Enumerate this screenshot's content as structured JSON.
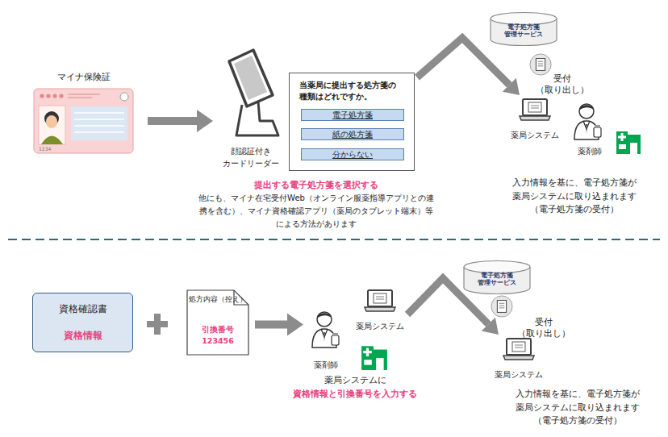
{
  "diagram": {
    "nodes": [
      {
        "text": [
          "マイナ保険証",
          "1234"
        ]
      },
      {
        "text": [
          "顔認証付き カードリーダー"
        ]
      },
      {
        "text": [
          "当薬局に提出する処方箋の 種類はどれですか。"
        ]
      },
      {
        "text": [
          "電子処方箋"
        ],
        "in": 2
      },
      {
        "text": [
          "紙の処方箋"
        ],
        "in": 2
      },
      {
        "text": [
          "分からない"
        ],
        "in": 2
      },
      {
        "text": [
          "電子処方箋 管理サービス"
        ]
      },
      {
        "text": [
          "薬局システム"
        ]
      },
      {
        "text": [
          "薬剤師"
        ]
      },
      {
        "text": [
          "資格確認書",
          "資格情報"
        ]
      },
      {
        "text": [
          "処方内容（控え）",
          "引換番号",
          "123456"
        ]
      },
      {
        "text": [
          "薬剤師"
        ]
      },
      {
        "text": [
          "薬局システム"
        ]
      },
      {
        "text": [
          "電子処方箋 管理サービス"
        ]
      },
      {
        "text": [
          "薬局システム"
        ]
      }
    ],
    "edges": [
      {
        "from": 0,
        "to": 1,
        "arrow": "to"
      },
      {
        "from": 2,
        "to": 7,
        "arrow": "to"
      },
      {
        "from": 10,
        "to": 11,
        "arrow": "to"
      },
      {
        "from": 12,
        "to": 14,
        "arrow": "to"
      }
    ],
    "labels": [
      "提出する電子処方箋を選択する",
      "他にも、マイナ在宅受付Web（オンライン服薬指導アプリとの連 携を含む）、マイナ資格確認アプリ（薬局のタブレット端末）等 による方法があります",
      "受付 （取り出し）",
      "入力情報を基に、電子処方箋が 薬局システムに取り込まれます （電子処方箋の受付）",
      "薬局システムに",
      "資格情報と引換番号を入力する",
      "受付 （取り出し）",
      "入力情報を基に、電子処方箋が 薬局システムに取り込まれます （電子処方箋の受付）"
    ]
  }
}
